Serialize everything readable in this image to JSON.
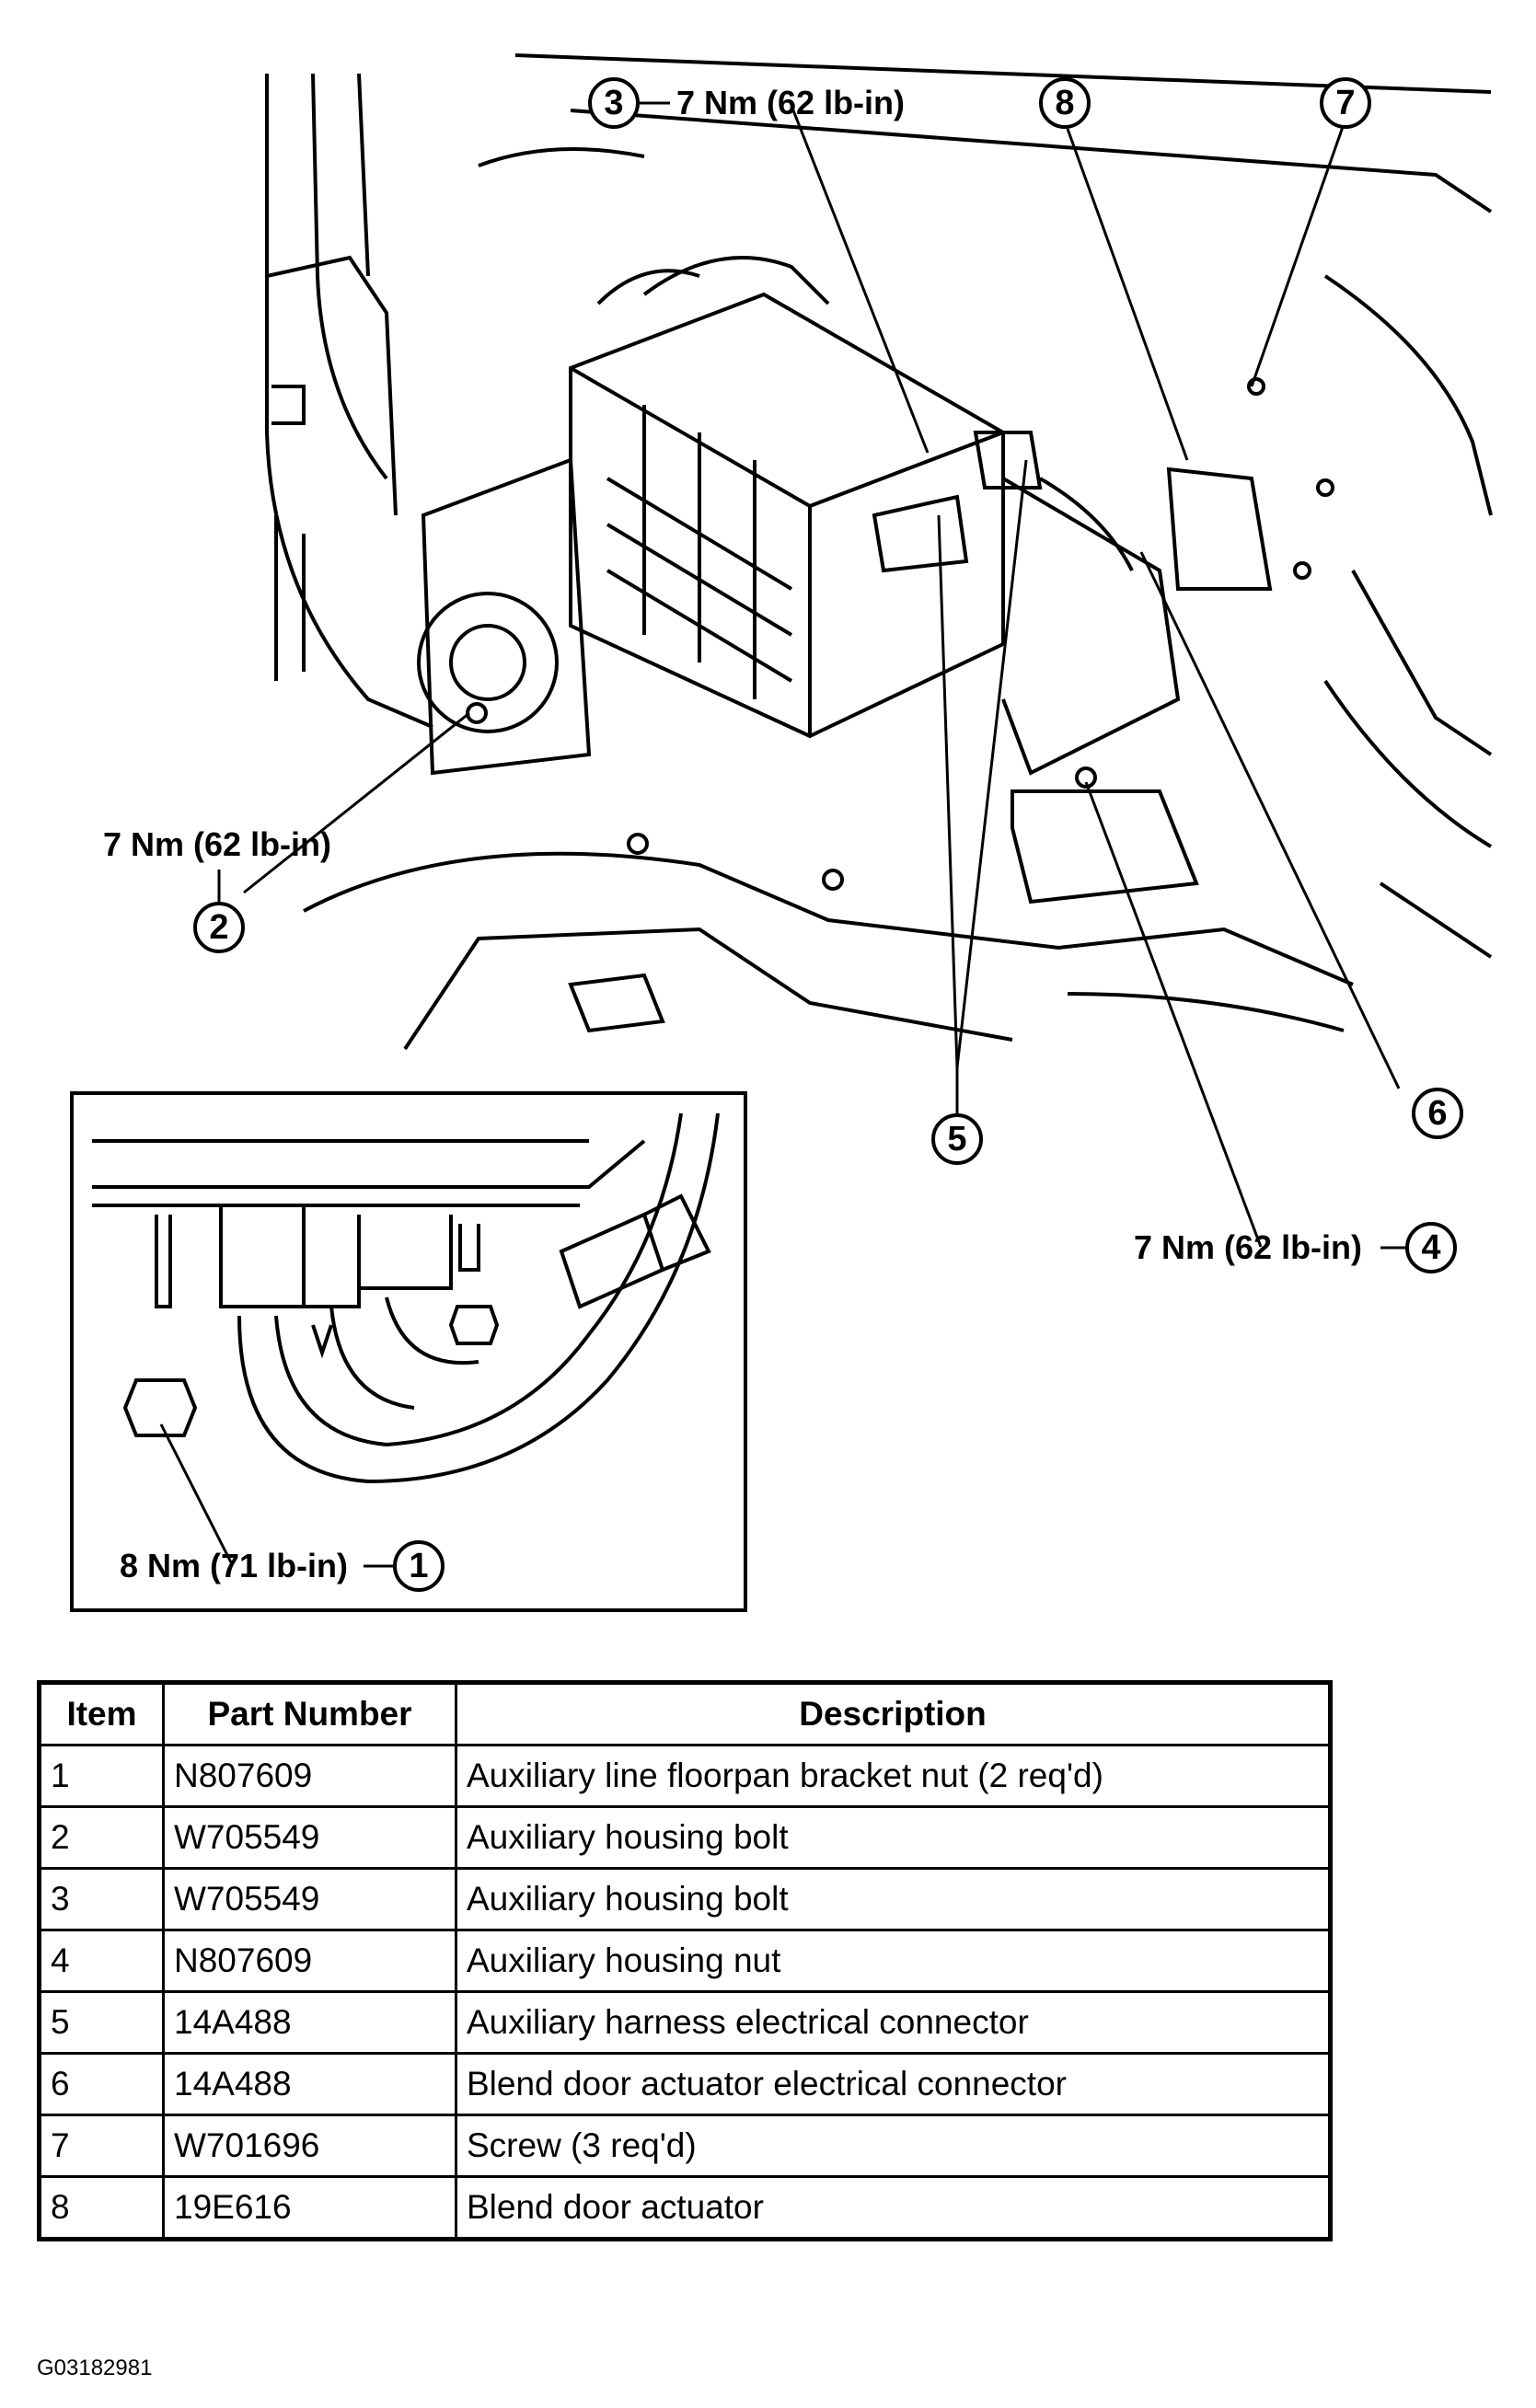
{
  "callouts": {
    "c1_torque": "8 Nm (71 lb-in)",
    "c2_torque": "7 Nm (62 lb-in)",
    "c3_torque": "7 Nm (62 lb-in)",
    "c4_torque": "7 Nm (62 lb-in)",
    "numbers": [
      "1",
      "2",
      "3",
      "4",
      "5",
      "6",
      "7",
      "8"
    ]
  },
  "table": {
    "headers": {
      "item": "Item",
      "part_number": "Part Number",
      "description": "Description"
    },
    "rows": [
      {
        "item": "1",
        "part_number": "N807609",
        "description": "Auxiliary line floorpan bracket nut (2 req'd)"
      },
      {
        "item": "2",
        "part_number": "W705549",
        "description": "Auxiliary housing bolt"
      },
      {
        "item": "3",
        "part_number": "W705549",
        "description": "Auxiliary housing bolt"
      },
      {
        "item": "4",
        "part_number": "N807609",
        "description": "Auxiliary housing nut"
      },
      {
        "item": "5",
        "part_number": "14A488",
        "description": "Auxiliary harness electrical connector"
      },
      {
        "item": "6",
        "part_number": "14A488",
        "description": "Blend door actuator electrical connector"
      },
      {
        "item": "7",
        "part_number": "W701696",
        "description": "Screw (3 req'd)"
      },
      {
        "item": "8",
        "part_number": "19E616",
        "description": "Blend door actuator"
      }
    ]
  },
  "figure_id": "G03182981"
}
